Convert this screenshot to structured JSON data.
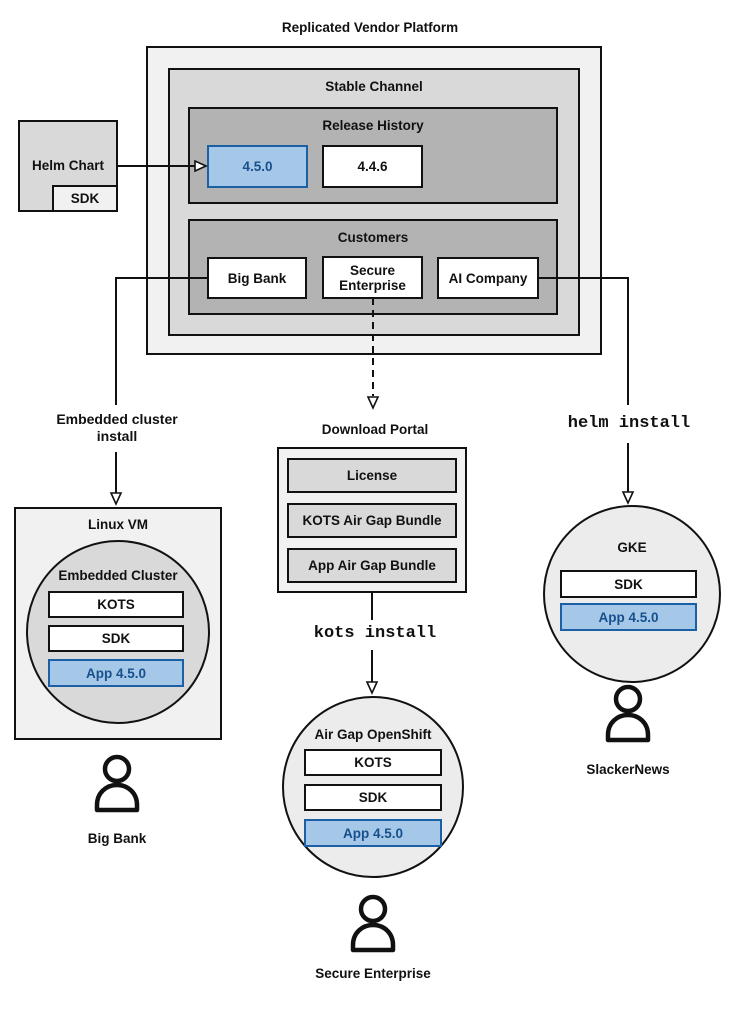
{
  "title": "Replicated Vendor Platform",
  "platform": {
    "stable_channel": {
      "label": "Stable Channel",
      "release_history": {
        "label": "Release History",
        "releases": [
          {
            "version": "4.5.0",
            "highlighted": true
          },
          {
            "version": "4.4.6",
            "highlighted": false
          }
        ]
      },
      "customers": {
        "label": "Customers",
        "items": [
          "Big Bank",
          "Secure Enterprise",
          "AI Company"
        ]
      }
    }
  },
  "helm_chart": {
    "label": "Helm Chart",
    "sdk_label": "SDK"
  },
  "flows": {
    "embedded": {
      "install_label": "Embedded cluster install"
    },
    "airgap": {
      "portal_label": "Download Portal",
      "portal_items": [
        "License",
        "KOTS Air Gap Bundle",
        "App Air Gap Bundle"
      ],
      "install_label": "kots install"
    },
    "helm": {
      "install_label": "helm install"
    }
  },
  "destinations": {
    "linux_vm": {
      "label": "Linux VM",
      "cluster_label": "Embedded Cluster",
      "components": [
        "KOTS",
        "SDK",
        "App 4.5.0"
      ]
    },
    "openshift": {
      "label": "Air Gap OpenShift",
      "components": [
        "KOTS",
        "SDK",
        "App 4.5.0"
      ]
    },
    "gke": {
      "label": "GKE",
      "components": [
        "SDK",
        "App 4.5.0"
      ]
    }
  },
  "users": {
    "big_bank": "Big Bank",
    "secure_enterprise": "Secure Enterprise",
    "slackernews": "SlackerNews"
  },
  "colors": {
    "highlight_fill": "#a5c8e9",
    "highlight_border": "#1b5fa5",
    "highlight_text": "#17508c",
    "line": "#111111"
  }
}
